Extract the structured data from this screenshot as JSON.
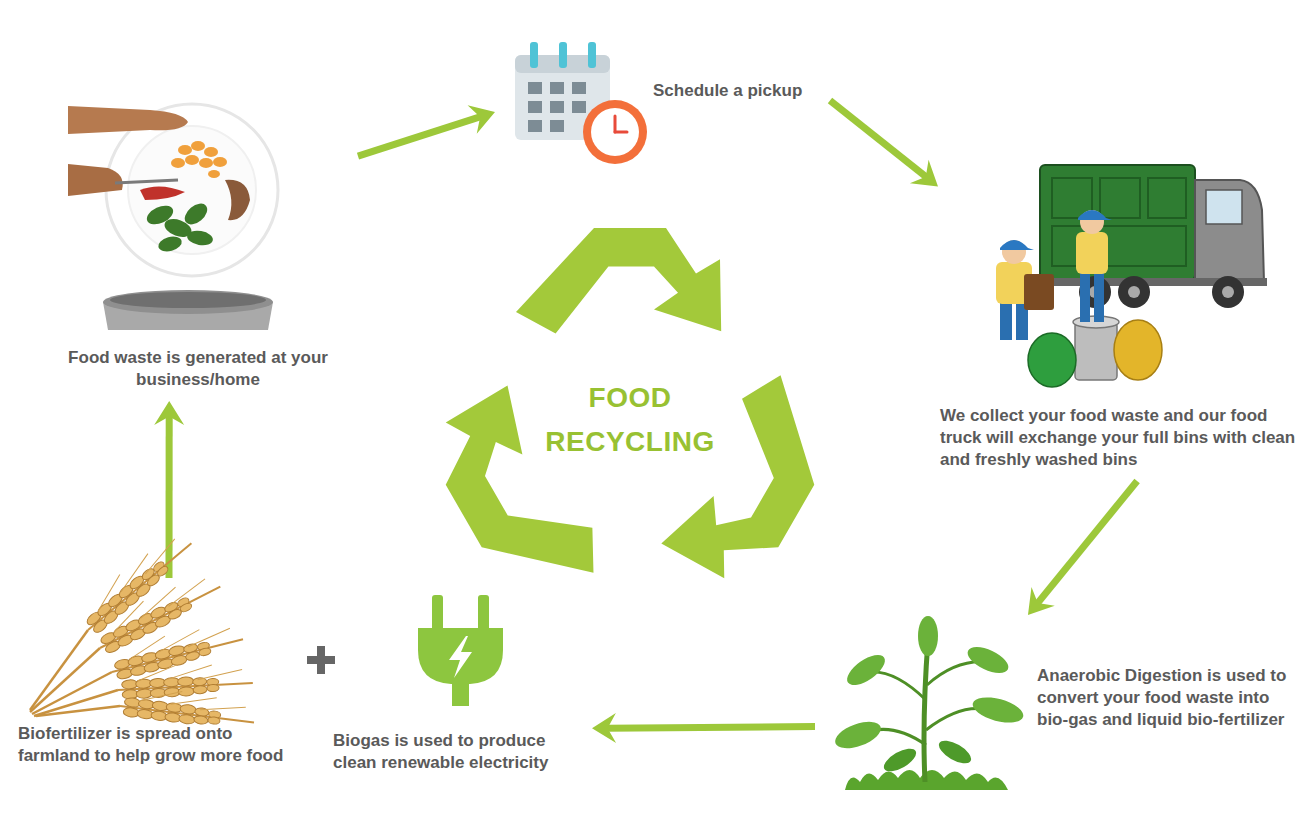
{
  "diagram": {
    "nodes": [
      {
        "text": [
          "Food waste is generated at your business/home"
        ]
      },
      {
        "text": [
          "Schedule a pickup"
        ]
      },
      {
        "text": [
          "We collect your food waste and our food truck will exchange your full bins with clean and freshly washed bins"
        ]
      },
      {
        "text": [
          "Anaerobic Digestion is used to convert your food waste into bio-gas and liquid bio-fertilizer"
        ]
      },
      {
        "text": [
          "Biogas is used to produce clean renewable electricity"
        ]
      },
      {
        "text": [
          "Biofertilizer is spread onto farmland to help grow more food"
        ]
      }
    ],
    "edges": [
      {
        "from": 0,
        "to": 1,
        "arrow": "to"
      },
      {
        "from": 1,
        "to": 2,
        "arrow": "to"
      },
      {
        "from": 2,
        "to": 3,
        "arrow": "to"
      },
      {
        "from": 3,
        "to": 4,
        "arrow": "to"
      },
      {
        "from": 5,
        "to": 0,
        "arrow": "to"
      }
    ],
    "labels": [
      "FOOD RECYCLING"
    ]
  }
}
